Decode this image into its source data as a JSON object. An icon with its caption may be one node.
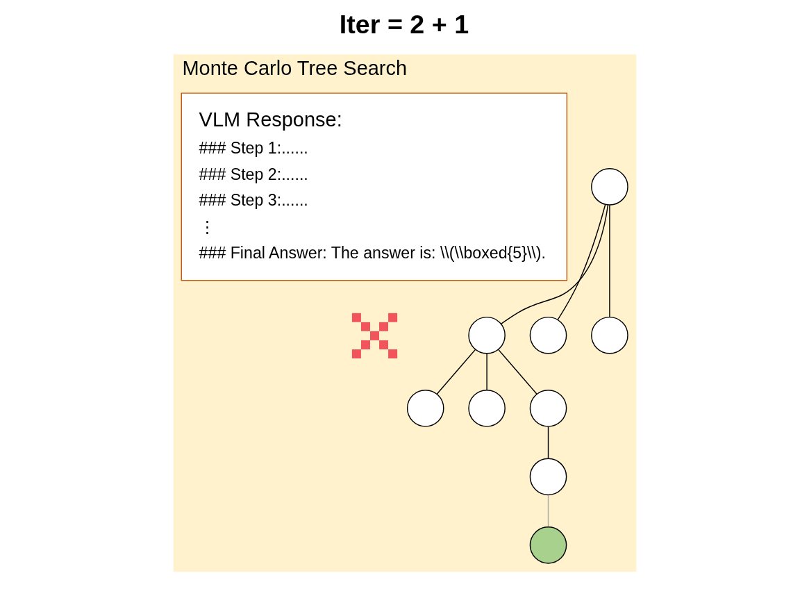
{
  "diagram": {
    "title": "Iter = 2 + 1",
    "nodes": [
      {
        "text": [
          "Monte Carlo Tree Search"
        ]
      },
      {
        "text": [],
        "shape": "circle",
        "in": 0
      },
      {
        "text": [],
        "shape": "circle",
        "in": 0
      },
      {
        "text": [],
        "shape": "circle",
        "in": 0
      },
      {
        "text": [],
        "shape": "circle",
        "in": 0
      },
      {
        "text": [],
        "shape": "circle",
        "in": 0
      },
      {
        "text": [],
        "shape": "circle",
        "in": 0
      },
      {
        "text": [],
        "shape": "circle",
        "in": 0
      },
      {
        "text": [],
        "shape": "circle",
        "in": 0
      },
      {
        "text": [],
        "shape": "circle",
        "in": 0
      },
      {
        "text": [
          "VLM Response:",
          "### Step 1:......",
          "### Step 2:......",
          "### Step 3:......",
          "⋮",
          "### Final Answer: The answer is: \\\\(\\\\boxed{5}\\\\)."
        ],
        "in": 0
      },
      {
        "text": [],
        "shape": "cross",
        "in": 0
      }
    ],
    "edges": [
      {
        "from": 1,
        "to": 2,
        "arrow": "none"
      },
      {
        "from": 1,
        "to": 3,
        "arrow": "none"
      },
      {
        "from": 1,
        "to": 4,
        "arrow": "none"
      },
      {
        "from": 2,
        "to": 5,
        "arrow": "none"
      },
      {
        "from": 2,
        "to": 6,
        "arrow": "none"
      },
      {
        "from": 2,
        "to": 7,
        "arrow": "none"
      },
      {
        "from": 7,
        "to": 8,
        "arrow": "none"
      },
      {
        "from": 8,
        "to": 9,
        "arrow": "none",
        "color": "#aaaaaa"
      }
    ]
  }
}
